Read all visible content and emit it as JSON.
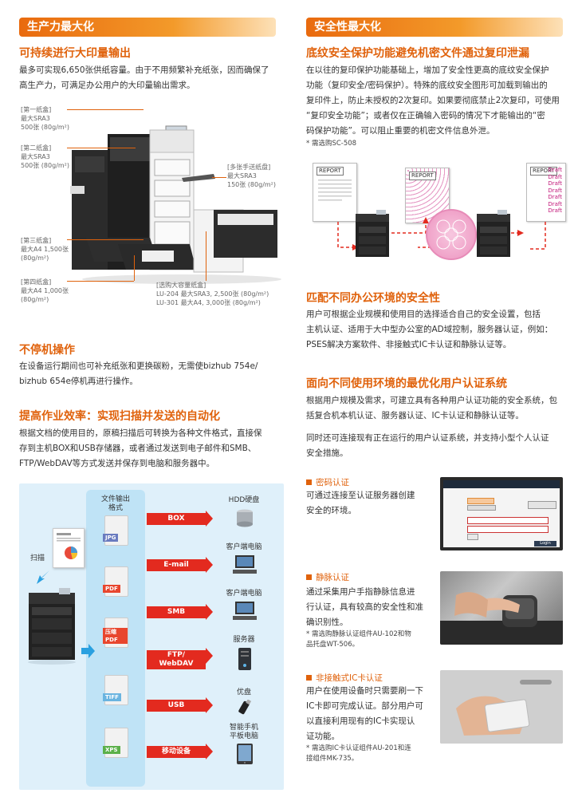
{
  "left": {
    "banner": "生产力最大化",
    "s1": {
      "title": "可持续进行大印量输出",
      "body_lines": [
        "最多可实现6,650张供纸容量。由于不用频繁补充纸张，因而确保了",
        "高生产力，可满足办公用户的大印量输出需求。"
      ]
    },
    "trays": [
      {
        "lines": [
          "[第一纸盒]",
          "最大SRA3",
          "500张 (80g/m²)"
        ]
      },
      {
        "lines": [
          "[第二纸盒]",
          "最大SRA3",
          "500张 (80g/m²)"
        ]
      },
      {
        "lines": [
          "[多张手送纸盘]",
          "最大SRA3",
          "150张 (80g/m²)"
        ]
      },
      {
        "lines": [
          "[第三纸盒]",
          "最大A4 1,500张",
          "(80g/m²)"
        ]
      },
      {
        "lines": [
          "[第四纸盒]",
          "最大A4 1,000张",
          "(80g/m²)"
        ]
      },
      {
        "lines": [
          "[选购大容量纸盒]",
          "LU-204 最大SRA3, 2,500张 (80g/m²)",
          "LU-301 最大A4, 3,000张 (80g/m²)"
        ]
      }
    ],
    "s2": {
      "title": "不停机操作",
      "body_lines": [
        "在设备运行期间也可补充纸张和更换碳粉，无需使bizhub 754e/",
        "bizhub 654e停机再进行操作。"
      ]
    },
    "s3": {
      "title": "提高作业效率：实现扫描并发送的自动化",
      "body_lines": [
        "根据文档的使用目的，原稿扫描后可转换为各种文件格式，直接保",
        "存到主机BOX和USB存储器，或者通过发送到电子邮件和SMB、",
        "FTP/WebDAV等方式发送并保存到电脑和服务器中。"
      ]
    },
    "diagram": {
      "scan_label": "扫描",
      "format_header_lines": [
        "文件输出",
        "格式"
      ],
      "formats": [
        "JPG",
        "PDF",
        "压缩PDF",
        "TIFF",
        "XPS"
      ],
      "routes": [
        "BOX",
        "E-mail",
        "SMB",
        "FTP/\nWebDAV",
        "USB",
        "移动设备"
      ],
      "destinations": [
        {
          "lines": [
            "HDD硬盘"
          ]
        },
        {
          "lines": [
            "客户端电脑"
          ]
        },
        {
          "lines": [
            "客户端电脑"
          ]
        },
        {
          "lines": [
            "服务器"
          ]
        },
        {
          "lines": [
            "优盘"
          ]
        },
        {
          "lines": [
            "智能手机",
            "平板电脑"
          ]
        }
      ]
    }
  },
  "right": {
    "banner": "安全性最大化",
    "s1": {
      "title": "底纹安全保护功能避免机密文件通过复印泄漏",
      "body_lines": [
        "在以往的复印保护功能基础上，增加了安全性更高的底纹安全保护",
        "功能（复印安全/密码保护）。特殊的底纹安全图形可加载到输出的",
        "复印件上，防止未授权的2次复印。如果要彻底禁止2次复印，可使用",
        "“复印安全功能”；或者仅在正确输入密码的情况下才能输出的“密",
        "码保护功能”。可以阻止重要的机密文件信息外泄。"
      ],
      "note": "* 需选购SC-508",
      "report_label": "REPORT",
      "draft_word": "Draft"
    },
    "s2": {
      "title": "匹配不同办公环境的安全性",
      "body_lines": [
        "用户可根据企业规模和使用目的选择适合自己的安全设置，包括",
        "主机认证、适用于大中型办公室的AD域控制，服务器认证，例如：",
        "PSES解决方案软件、非接触式IC卡认证和静脉认证等。"
      ]
    },
    "s3": {
      "title": "面向不同使用环境的最优化用户认证系统",
      "body_lines": [
        "根据用户规模及需求，可建立具有各种用户认证功能的安全系统，包",
        "括复合机本机认证、服务器认证、IC卡认证和静脉认证等。"
      ],
      "body2_lines": [
        "同时还可连接现有正在运行的用户认证系统，并支持小型个人认证",
        "安全措施。"
      ]
    },
    "auth": [
      {
        "title": "密码认证",
        "body_lines": [
          "可通过连接至认证服务器创建",
          "安全的环境。"
        ],
        "note_lines": []
      },
      {
        "title": "静脉认证",
        "body_lines": [
          "通过采集用户手指静脉信息进",
          "行认证，具有较高的安全性和准",
          "确识别性。"
        ],
        "note_lines": [
          "* 需选购静脉认证组件AU-102和物",
          "  品托盘WT-506。"
        ]
      },
      {
        "title": "非接触式IC卡认证",
        "body_lines": [
          "用户在使用设备时只需要刷一下",
          "IC卡即可完成认证。部分用户可",
          "以直接利用现有的IC卡实现认",
          "证功能。"
        ],
        "note_lines": [
          "* 需选购IC卡认证组件AU-201和连",
          "  接组件MK-735。"
        ]
      }
    ],
    "screen": {
      "login_btn": "Login"
    }
  },
  "colors": {
    "accent": "#e0620c",
    "route_red": "#e32a1f",
    "panel_blue": "#dff0fa"
  }
}
